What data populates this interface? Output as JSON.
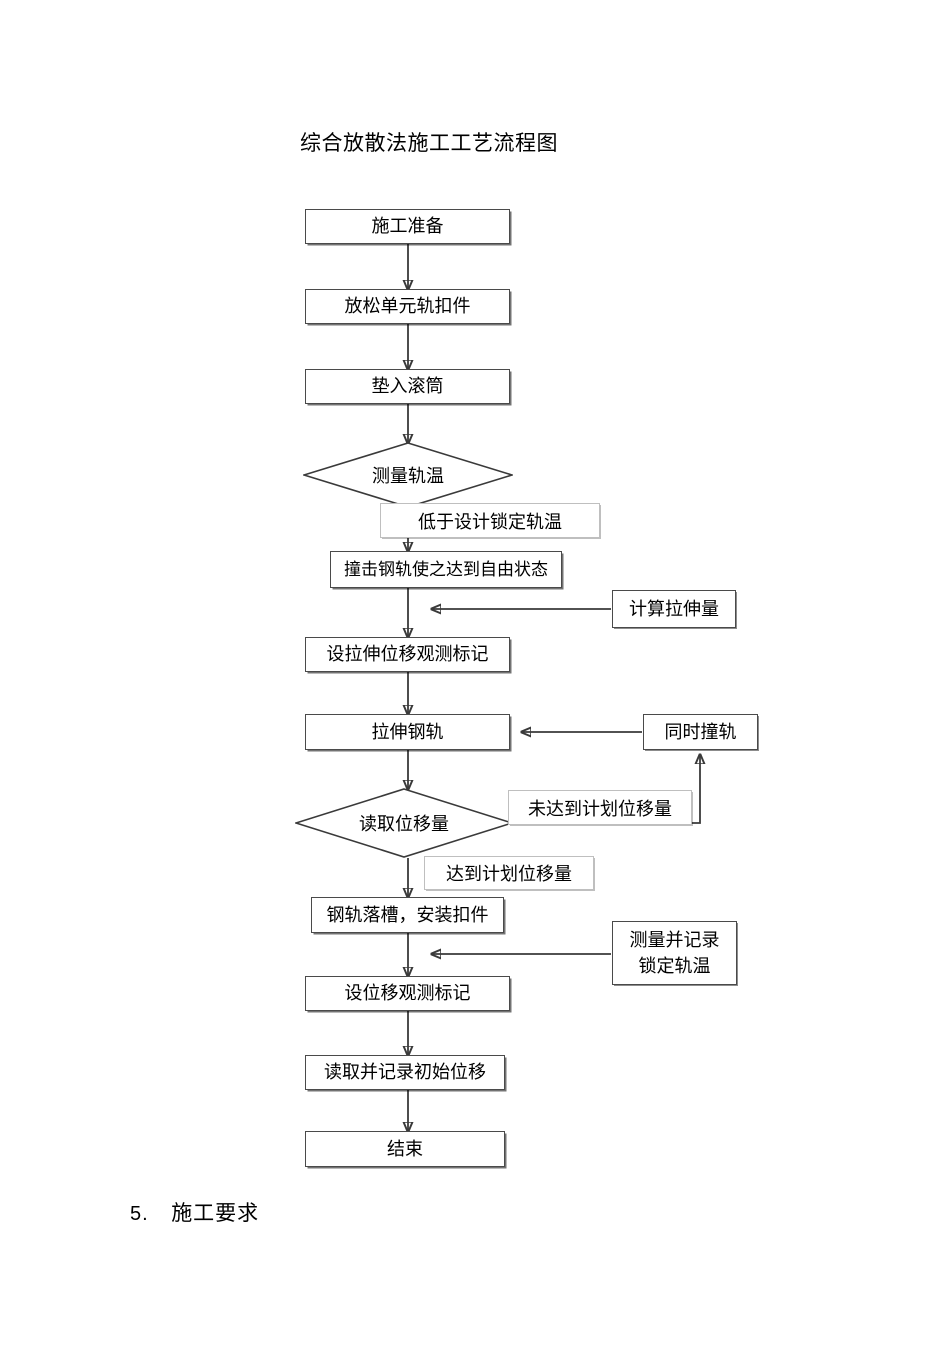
{
  "document": {
    "title": "综合放散法施工工艺流程图",
    "footer_heading_number": "5.",
    "footer_heading_text": "施工要求"
  },
  "flowchart": {
    "type": "process-flowchart",
    "orientation": "top-to-bottom",
    "nodes": [
      {
        "id": "n1",
        "shape": "process",
        "label": "施工准备"
      },
      {
        "id": "n2",
        "shape": "process",
        "label": "放松单元轨扣件"
      },
      {
        "id": "n3",
        "shape": "process",
        "label": "垫入滚筒"
      },
      {
        "id": "n4",
        "shape": "decision",
        "label": "测量轨温"
      },
      {
        "id": "n5",
        "shape": "process",
        "label": "撞击钢轨使之达到自由状态"
      },
      {
        "id": "n6",
        "shape": "process",
        "label": "设拉伸位移观测标记"
      },
      {
        "id": "n7",
        "shape": "process",
        "label": "拉伸钢轨"
      },
      {
        "id": "n8",
        "shape": "decision",
        "label": "读取位移量"
      },
      {
        "id": "n9",
        "shape": "process",
        "label": "钢轨落槽，安装扣件"
      },
      {
        "id": "n10",
        "shape": "process",
        "label": "设位移观测标记"
      },
      {
        "id": "n11",
        "shape": "process",
        "label": "读取并记录初始位移"
      },
      {
        "id": "n12",
        "shape": "process",
        "label": "结束"
      },
      {
        "id": "s1",
        "shape": "process",
        "label": "计算拉伸量"
      },
      {
        "id": "s2",
        "shape": "process",
        "label": "同时撞轨"
      },
      {
        "id": "s3",
        "shape": "process",
        "label_line1": "测量并记录",
        "label_line2": "锁定轨温"
      }
    ],
    "edge_labels": [
      {
        "id": "e1",
        "label": "低于设计锁定轨温"
      },
      {
        "id": "e2",
        "label": "未达到计划位移量"
      },
      {
        "id": "e3",
        "label": "达到计划位移量"
      }
    ],
    "colors": {
      "node_border": "#4a4a4a",
      "label_border": "#bfbfbf",
      "connector": "#3a3a3a",
      "background": "#ffffff",
      "text": "#000000"
    }
  }
}
